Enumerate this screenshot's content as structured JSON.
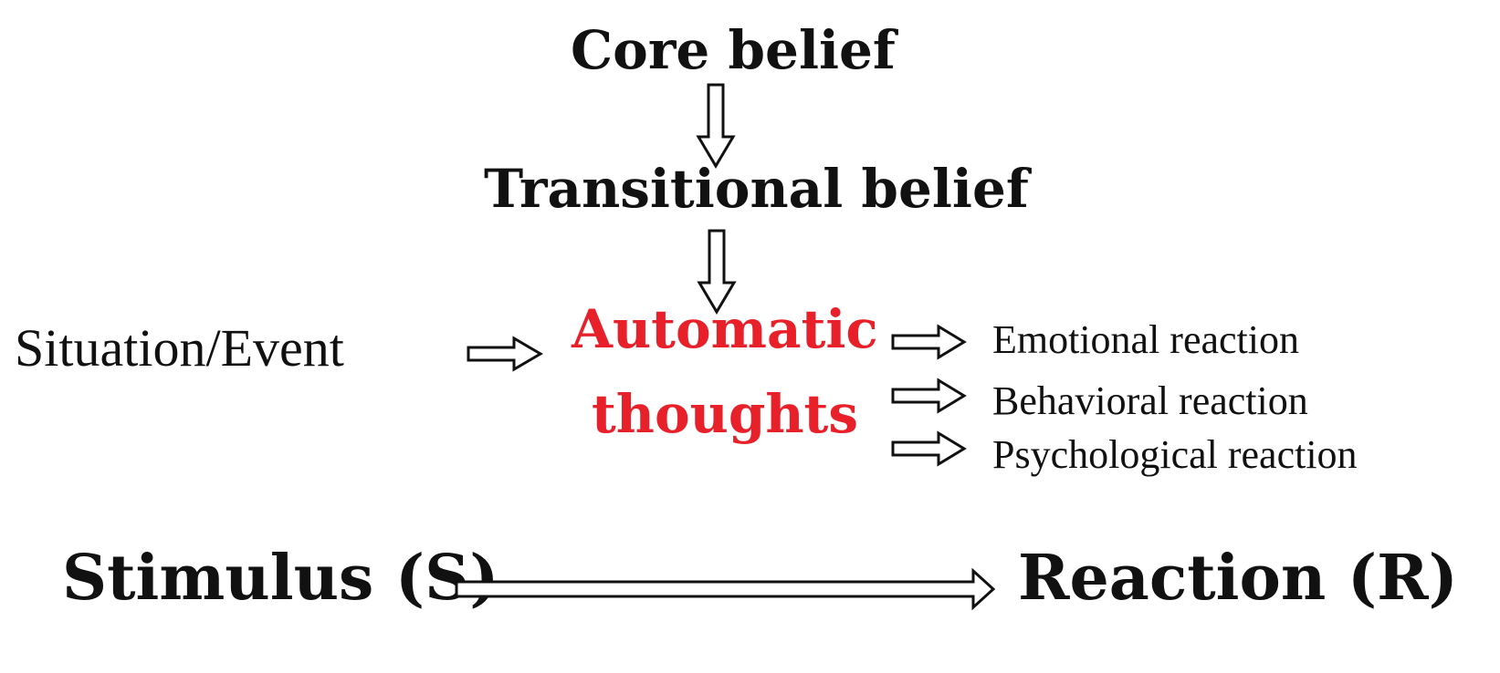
{
  "diagram": {
    "core_belief": "Core belief",
    "transitional_belief": "Transitional belief",
    "situation_event": "Situation/Event",
    "automatic_thoughts": {
      "line1": "Automatic",
      "line2": "thoughts",
      "color": "#e8202a"
    },
    "reactions": [
      "Emotional reaction",
      "Behavioral reaction",
      "Psychological reaction"
    ],
    "stimulus": "Stimulus (S)",
    "reaction": "Reaction (R)"
  }
}
